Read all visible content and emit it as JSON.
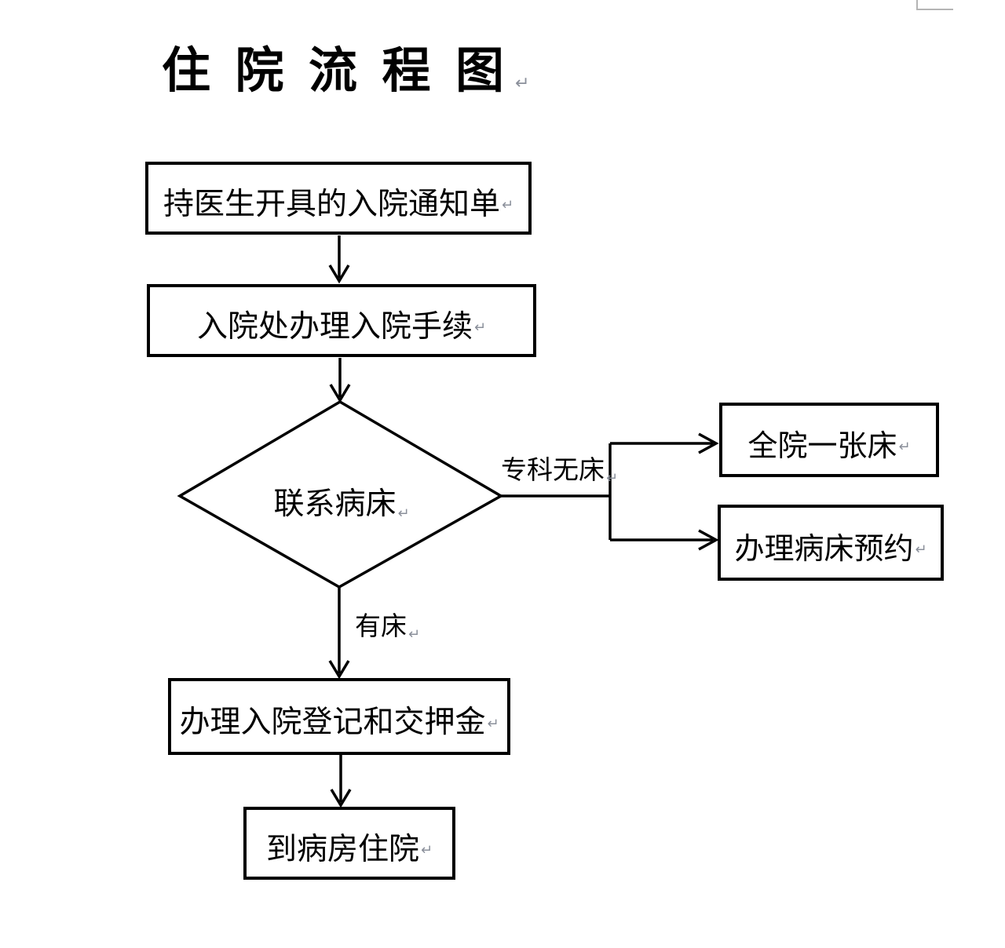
{
  "flowchart": {
    "title": "住 院 流 程 图",
    "paragraph_mark": "↵",
    "boxes": {
      "notice": "持医生开具的入院通知单",
      "procedures": "入院处办理入院手续",
      "decision": "联系病床",
      "one_bed": "全院一张床",
      "reservation": "办理病床预约",
      "register": "办理入院登记和交押金",
      "ward": "到病房住院"
    },
    "branch_labels": {
      "no_bed": "专科无床",
      "has_bed": "有床"
    },
    "colors": {
      "line": "#000000",
      "background": "#ffffff",
      "paragraph_mark": "#8a8f9a",
      "page_edge": "#b4b4b4"
    }
  }
}
